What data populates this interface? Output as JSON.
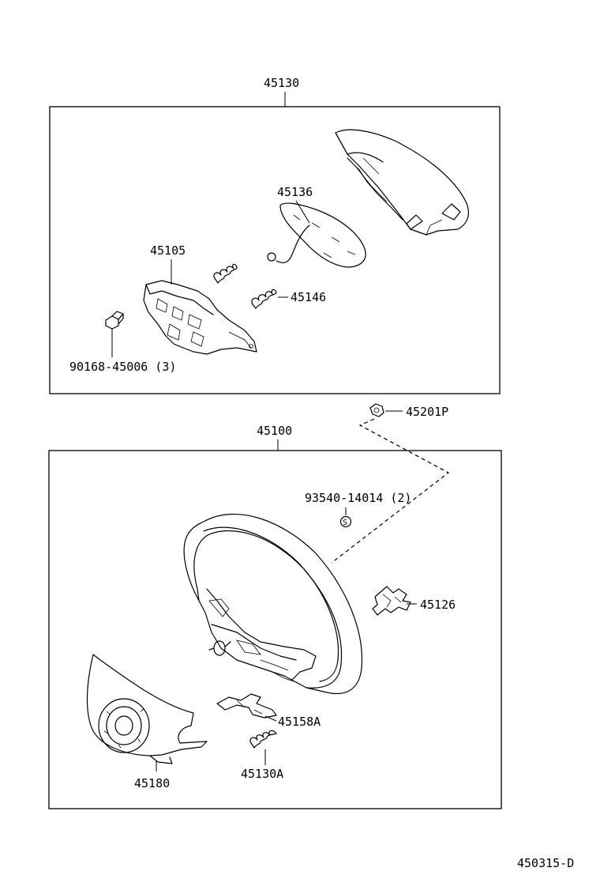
{
  "callouts": {
    "assembly_upper": "45130",
    "pad_cover": "",
    "horn_plate": "45136",
    "bracket": "45105",
    "spring_upper": "45146",
    "bolt": "90168-45006 (3)",
    "nut": "45201P",
    "assembly_lower": "45100",
    "screw": "93540-14014 (2)",
    "screw_symbol": "S",
    "clip": "45126",
    "lever": "45158A",
    "spring_lower": "45130A",
    "lower_cover": "45180"
  },
  "figure_code": "450315-D"
}
